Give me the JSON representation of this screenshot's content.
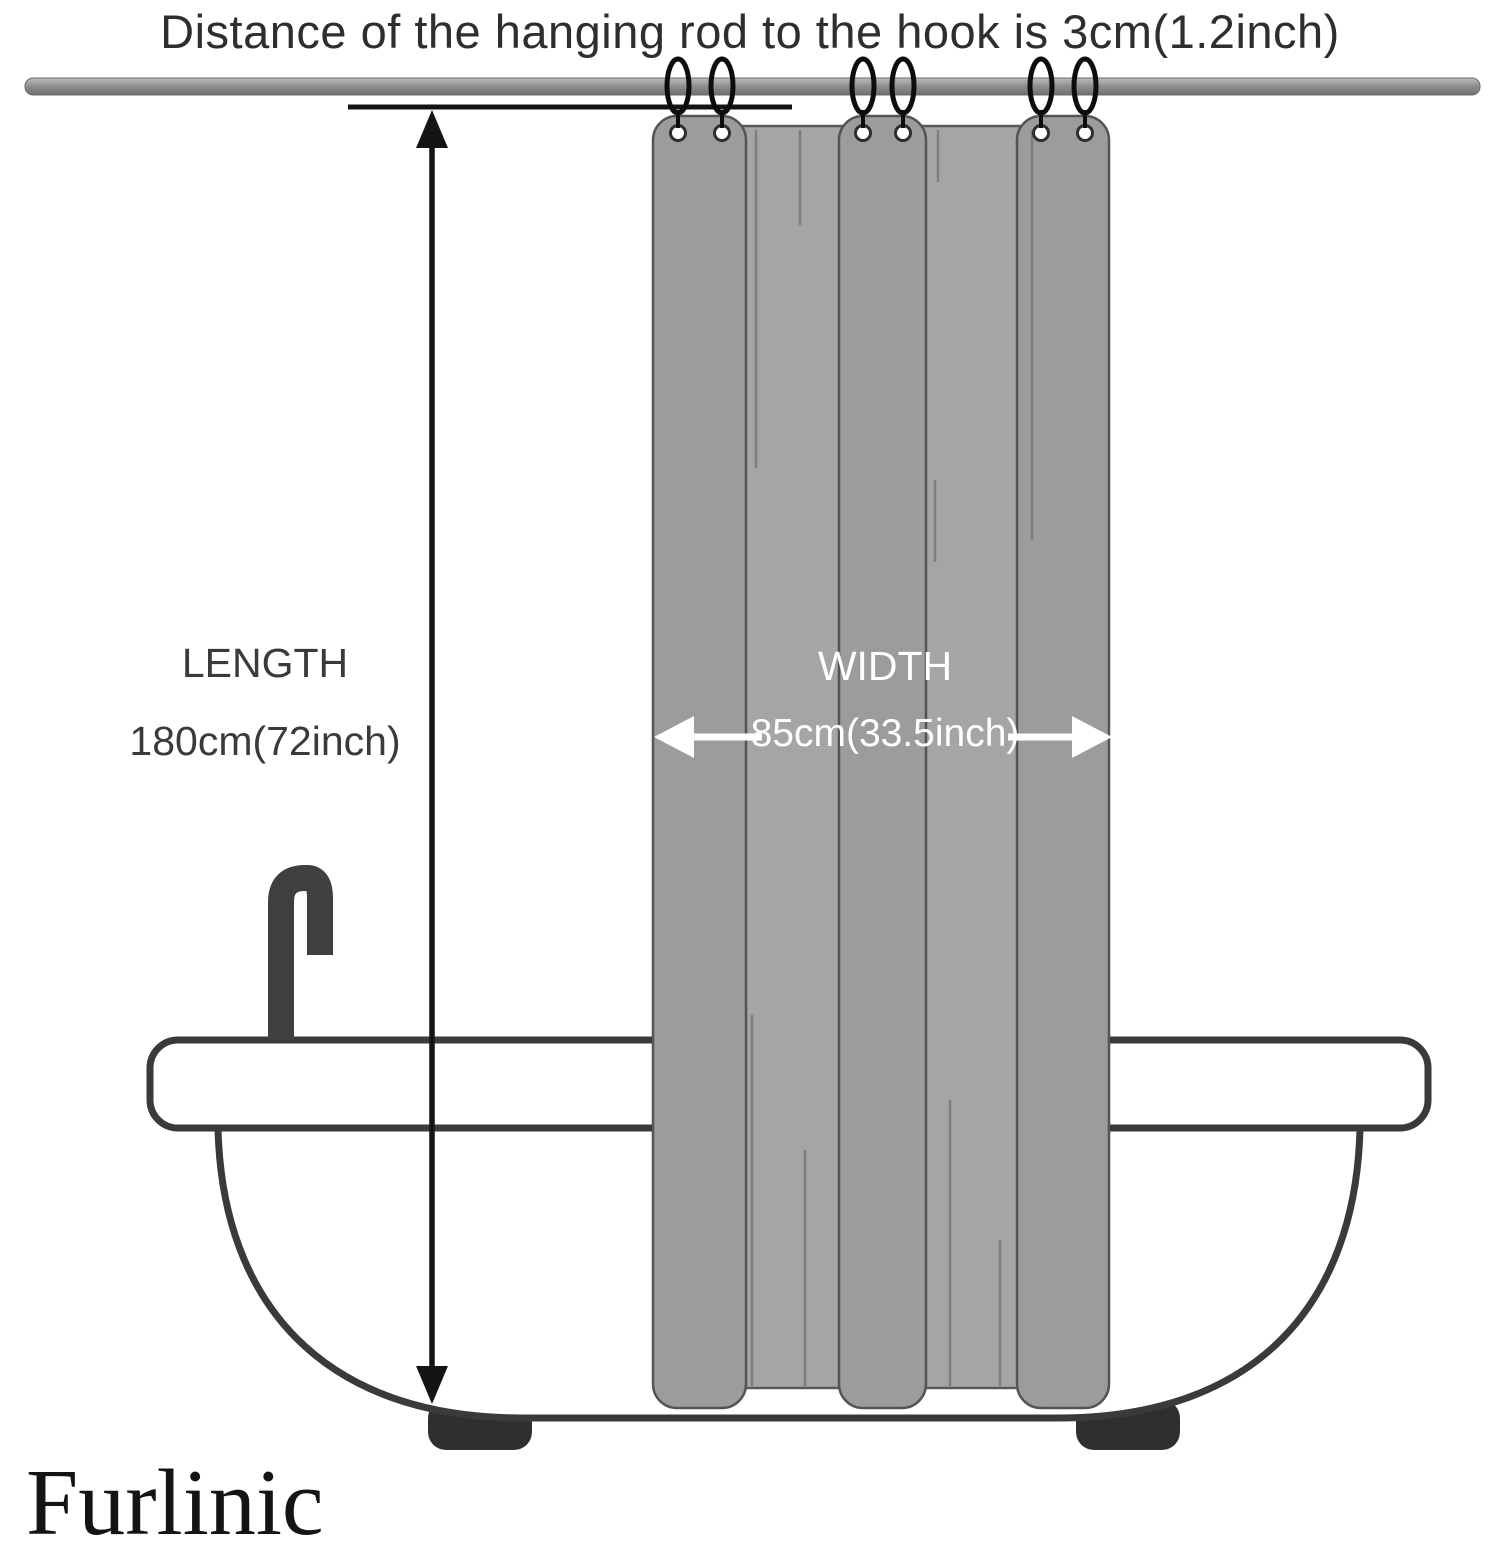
{
  "page": {
    "title": "Distance of the hanging rod to the hook is 3cm(1.2inch)",
    "brand": "Furlinic"
  },
  "dimensions": {
    "length": {
      "label": "LENGTH",
      "value": "180cm(72inch)"
    },
    "width": {
      "label": "WIDTH",
      "value": "85cm(33.5inch)"
    }
  },
  "colors": {
    "curtain_gray": "#a1a1a1",
    "curtain_tab_gray": "#9c9c9c",
    "rod_gray": "#8d8d8d",
    "outline_dark": "#3a3a3a",
    "dimension_black": "#141414",
    "width_annotation_white": "#ffffff"
  }
}
